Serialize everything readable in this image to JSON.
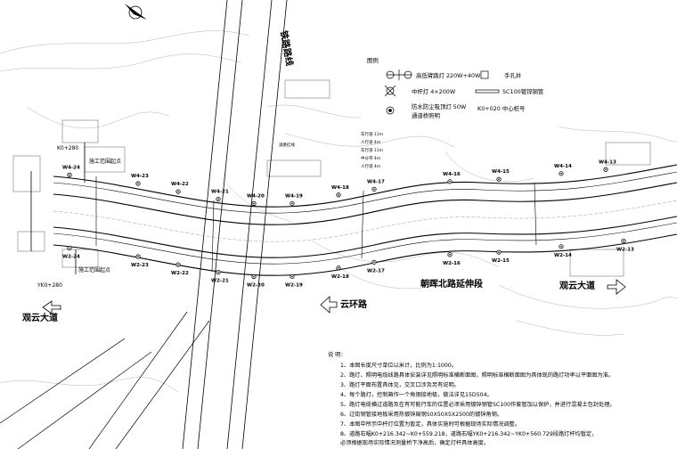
{
  "title_roads": {
    "railway": "铁路路线",
    "main_road": "朝晖北路延伸段",
    "guanyun_left": "观云大道",
    "guanyun_right": "观云大道",
    "yunhuan": "云环路"
  },
  "chainage": {
    "k0_280": "K0+280",
    "yk0_280": "YK0+280",
    "start_top": "施工范围起点",
    "start_bottom": "施工范围起点"
  },
  "legend": {
    "heading": "图例",
    "items": [
      {
        "symbol": "double-lamp-icon",
        "text": "高低臂路灯 220W+40W"
      },
      {
        "symbol": "middle-lamp-icon",
        "text": "中杆灯 4×200W"
      },
      {
        "symbol": "tunnel-lamp-icon",
        "text": "防水防尘吸顶灯 50W"
      },
      {
        "symbol": "tunnel-lamp-icon",
        "text": "通道桥照明"
      },
      {
        "symbol": "handhole-icon",
        "text": "手孔井"
      },
      {
        "symbol": "conduit-icon",
        "text": "SC100镀锌钢管"
      },
      {
        "symbol": "chainage-icon",
        "text": "K0+020  中心桩号"
      }
    ]
  },
  "section_labels": [
    "车行道 11m",
    "人行道 4m",
    "车行道 11m",
    "中分带 4m",
    "人行道 4m",
    "道路红线"
  ],
  "lamps_top": [
    "W4-24",
    "W4-23",
    "W4-22",
    "W4-21",
    "W4-20",
    "W4-19",
    "W4-18",
    "W4-17",
    "W4-16",
    "W4-15",
    "W4-14",
    "W4-13"
  ],
  "lamps_bottom": [
    "W2-24",
    "W2-23",
    "W2-22",
    "W2-21",
    "W2-20",
    "W2-19",
    "W2-18",
    "W2-17",
    "W2-16",
    "W2-15",
    "W2-14",
    "W2-13"
  ],
  "notes": {
    "heading": "说 明：",
    "lines": [
      "1、本图长度尺寸单位以米计，比例为1:1000。",
      "2、路灯、照明电缆线路具体安装详见照明标准横断面图，照明标准横断面图为具体现的路灯功率以平面图为准。",
      "3、路灯平面布置具体见，交叉口涉及另有说明。",
      "4、每个路灯，控制箱作一个角钢接地极，做法详见15D504。",
      "5、路灯电缆横过道路及在有可能行车的位置必须采用镀锌钢管SC100作套管加以保护，并进行混凝土包封处理。",
      "6、过街钢管接地板采用热镀锌扁钢50X50X5X2500的镀锌角钢。",
      "7、本图中所示中杆灯位置为暂定，具体实施时可根据现场实际情况调整。",
      "8、道路右幅K0+216.342~K0+559.218，道路右幅YK0+216.342~YK0+560.729段路灯杆均暂定，",
      "   必须根据现场实际情况测量桥下净高后，确定灯杆具体高度。"
    ]
  },
  "colors": {
    "line": "#000000",
    "gray": "#9a9a9a",
    "light": "#c8c8c8"
  }
}
